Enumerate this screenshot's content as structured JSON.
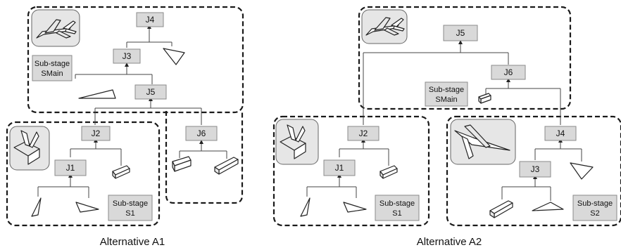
{
  "alternatives": [
    {
      "caption": "Alternative A1",
      "submain_label": [
        "Sub-stage",
        "SMain"
      ],
      "s1_label": [
        "Sub-stage",
        "S1"
      ],
      "joints": {
        "j4": "J4",
        "j3": "J3",
        "j5": "J5",
        "j6": "J6",
        "j2": "J2",
        "j1": "J1"
      }
    },
    {
      "caption": "Alternative A2",
      "submain_label": [
        "Sub-stage",
        "SMain"
      ],
      "s1_label": [
        "Sub-stage",
        "S1"
      ],
      "s2_label": [
        "Sub-stage",
        "S2"
      ],
      "joints": {
        "j5": "J5",
        "j6": "J6",
        "j2": "J2",
        "j1": "J1",
        "j4": "J4",
        "j3": "J3"
      }
    }
  ],
  "icons": {
    "aircraft": "aircraft-icon",
    "tail_assembly": "tail-assembly-icon",
    "wing_assembly": "wing-assembly-icon"
  }
}
